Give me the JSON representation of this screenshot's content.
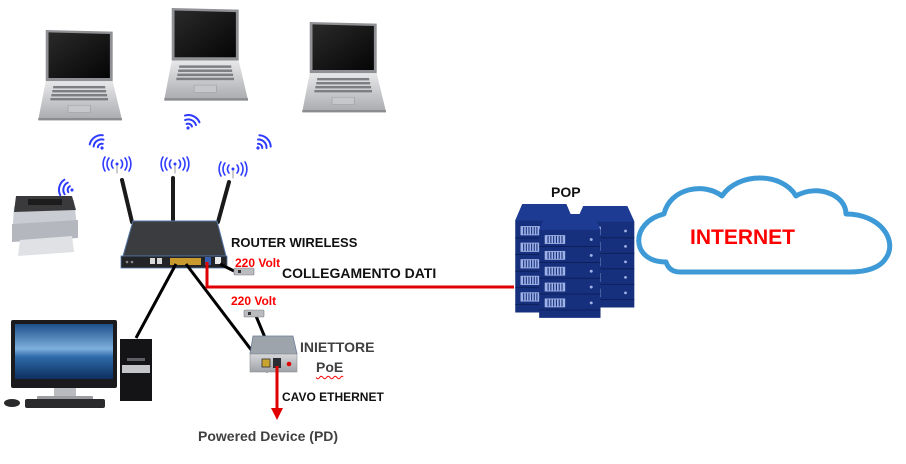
{
  "diagram": {
    "title": "Wireless router network with PoE injector",
    "colors": {
      "data_link": "#e00000",
      "ethernet_cable": "#000000",
      "wifi_signal": "#2f3cff",
      "server": "#17307e",
      "cloud_outline": "#3d9ad6",
      "internet_text": "#ff0000",
      "voltage_text": "#ff0000"
    },
    "nodes": {
      "laptops": [
        {
          "name": "Laptop 1",
          "icon": "laptop-icon"
        },
        {
          "name": "Laptop 2",
          "icon": "laptop-icon"
        },
        {
          "name": "Laptop 3",
          "icon": "laptop-icon"
        }
      ],
      "printer": {
        "name": "Printer",
        "icon": "printer-icon"
      },
      "desktop": {
        "name": "Desktop PC",
        "icon": "desktop-computer-icon"
      },
      "router": {
        "label": "ROUTER WIRELESS",
        "icon": "wireless-router-icon",
        "power_label": "220 Volt"
      },
      "injector": {
        "label_line1": "INIETTORE",
        "label_line2": "PoE",
        "icon": "poe-injector-icon",
        "power_label": "220 Volt"
      },
      "pop": {
        "label": "POP",
        "icon": "server-rack-icon"
      },
      "internet": {
        "label": "INTERNET",
        "icon": "cloud-icon"
      },
      "powered_device": {
        "label": "Powered Device (PD)"
      }
    },
    "links": {
      "data_link_label": "COLLEGAMENTO DATI",
      "ethernet_label": "CAVO ETHERNET"
    }
  }
}
